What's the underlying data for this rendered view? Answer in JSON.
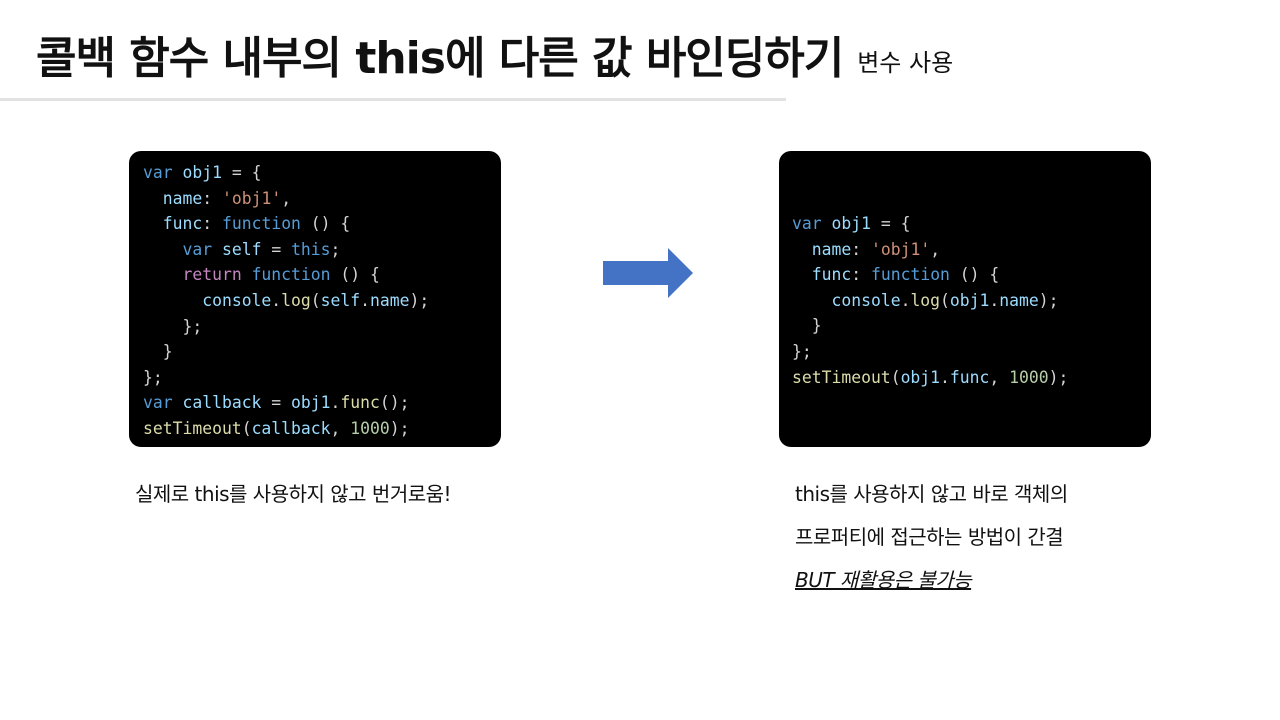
{
  "title": {
    "main": "콜백 함수 내부의 this에 다른 값 바인딩하기",
    "sub": "변수 사용"
  },
  "left_code": {
    "lines": [
      [
        [
          "kw",
          "var "
        ],
        [
          "vr",
          "obj1"
        ],
        [
          "pn",
          " = {"
        ]
      ],
      [
        [
          "pn",
          "  "
        ],
        [
          "pr",
          "name"
        ],
        [
          "pn",
          ": "
        ],
        [
          "str",
          "'obj1'"
        ],
        [
          "pn",
          ","
        ]
      ],
      [
        [
          "pn",
          "  "
        ],
        [
          "pr",
          "func"
        ],
        [
          "pn",
          ": "
        ],
        [
          "kw",
          "function"
        ],
        [
          "pn",
          " () {"
        ]
      ],
      [
        [
          "pn",
          "    "
        ],
        [
          "kw",
          "var "
        ],
        [
          "vr",
          "self"
        ],
        [
          "pn",
          " = "
        ],
        [
          "kw",
          "this"
        ],
        [
          "pn",
          ";"
        ]
      ],
      [
        [
          "pn",
          "    "
        ],
        [
          "cf",
          "return "
        ],
        [
          "kw",
          "function"
        ],
        [
          "pn",
          " () {"
        ]
      ],
      [
        [
          "pn",
          "      "
        ],
        [
          "vr",
          "console"
        ],
        [
          "pn",
          "."
        ],
        [
          "fn",
          "log"
        ],
        [
          "pn",
          "("
        ],
        [
          "vr",
          "self"
        ],
        [
          "pn",
          "."
        ],
        [
          "pr",
          "name"
        ],
        [
          "pn",
          ");"
        ]
      ],
      [
        [
          "pn",
          "    };"
        ]
      ],
      [
        [
          "pn",
          "  }"
        ]
      ],
      [
        [
          "pn",
          "};"
        ]
      ],
      [
        [
          "kw",
          "var "
        ],
        [
          "vr",
          "callback"
        ],
        [
          "pn",
          " = "
        ],
        [
          "vr",
          "obj1"
        ],
        [
          "pn",
          "."
        ],
        [
          "fn",
          "func"
        ],
        [
          "pn",
          "();"
        ]
      ],
      [
        [
          "fn",
          "setTimeout"
        ],
        [
          "pn",
          "("
        ],
        [
          "vr",
          "callback"
        ],
        [
          "pn",
          ", "
        ],
        [
          "num",
          "1000"
        ],
        [
          "pn",
          ");"
        ]
      ]
    ]
  },
  "right_code": {
    "lines": [
      [
        [
          "kw",
          "var "
        ],
        [
          "vr",
          "obj1"
        ],
        [
          "pn",
          " = {"
        ]
      ],
      [
        [
          "pn",
          "  "
        ],
        [
          "pr",
          "name"
        ],
        [
          "pn",
          ": "
        ],
        [
          "str",
          "'obj1'"
        ],
        [
          "pn",
          ","
        ]
      ],
      [
        [
          "pn",
          "  "
        ],
        [
          "pr",
          "func"
        ],
        [
          "pn",
          ": "
        ],
        [
          "kw",
          "function"
        ],
        [
          "pn",
          " () {"
        ]
      ],
      [
        [
          "pn",
          "    "
        ],
        [
          "vr",
          "console"
        ],
        [
          "pn",
          "."
        ],
        [
          "fn",
          "log"
        ],
        [
          "pn",
          "("
        ],
        [
          "vr",
          "obj1"
        ],
        [
          "pn",
          "."
        ],
        [
          "pr",
          "name"
        ],
        [
          "pn",
          ");"
        ]
      ],
      [
        [
          "pn",
          "  }"
        ]
      ],
      [
        [
          "pn",
          "};"
        ]
      ],
      [
        [
          "fn",
          "setTimeout"
        ],
        [
          "pn",
          "("
        ],
        [
          "vr",
          "obj1"
        ],
        [
          "pn",
          "."
        ],
        [
          "pr",
          "func"
        ],
        [
          "pn",
          ", "
        ],
        [
          "num",
          "1000"
        ],
        [
          "pn",
          ");"
        ]
      ]
    ]
  },
  "arrow": {
    "icon": "right-arrow-icon",
    "color": "#4472c4"
  },
  "left_caption": "실제로 this를 사용하지 않고 번거로움!",
  "right_caption": {
    "line1": "this를 사용하지 않고 바로 객체의",
    "line2": "프로퍼티에 접근하는 방법이 간결",
    "line3": "BUT 재활용은 불가능"
  },
  "colors": {
    "keyword": "#569cd6",
    "control": "#c586c0",
    "variable": "#9cdcfe",
    "string": "#ce9178",
    "function": "#dcdcaa",
    "number": "#b5cea8",
    "punctuation": "#d4d4d4",
    "code_background": "#000000"
  }
}
